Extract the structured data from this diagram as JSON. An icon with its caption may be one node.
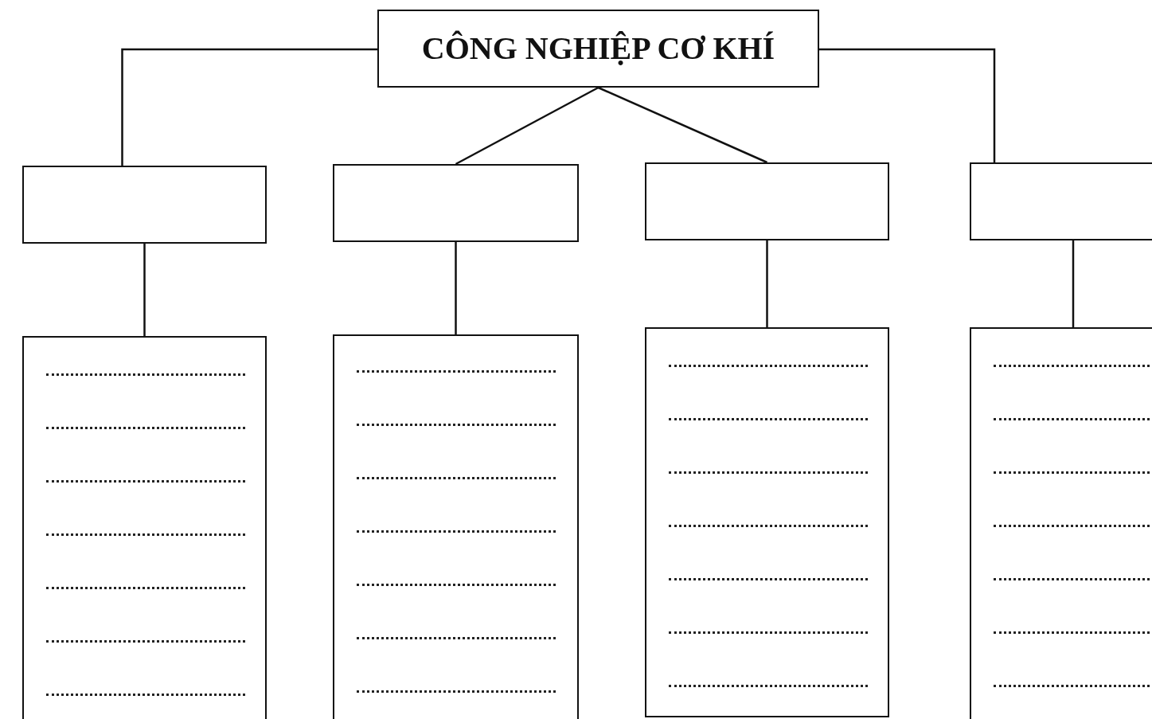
{
  "diagram": {
    "nodes": [
      {
        "text": [
          "CÔNG NGHIỆP CƠ KHÍ"
        ]
      },
      {
        "text": [],
        "shape": "box"
      },
      {
        "text": [],
        "shape": "box"
      },
      {
        "text": [],
        "shape": "box"
      },
      {
        "text": [],
        "shape": "box"
      },
      {
        "text": [],
        "shape": "box"
      },
      {
        "text": [],
        "shape": "box"
      },
      {
        "text": [],
        "shape": "box"
      },
      {
        "text": [],
        "shape": "box"
      }
    ],
    "edges": [
      {
        "from": 0,
        "to": 1,
        "arrow": "none"
      },
      {
        "from": 0,
        "to": 2,
        "arrow": "none"
      },
      {
        "from": 0,
        "to": 3,
        "arrow": "none"
      },
      {
        "from": 0,
        "to": 4,
        "arrow": "none"
      },
      {
        "from": 1,
        "to": 5,
        "arrow": "none"
      },
      {
        "from": 2,
        "to": 6,
        "arrow": "none"
      },
      {
        "from": 3,
        "to": 7,
        "arrow": "none"
      },
      {
        "from": 4,
        "to": 8,
        "arrow": "none"
      }
    ]
  }
}
